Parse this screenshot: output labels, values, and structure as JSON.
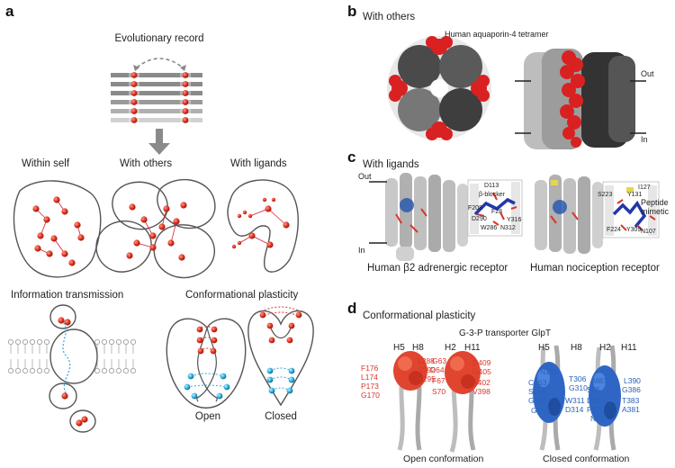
{
  "panels": {
    "a": {
      "letter": "a",
      "evolutionary_record": "Evolutionary record",
      "within_self": "Within self",
      "with_others": "With others",
      "with_ligands": "With ligands",
      "information_transmission": "Information transmission",
      "conformational_plasticity": "Conformational plasticity",
      "open": "Open",
      "closed": "Closed"
    },
    "b": {
      "letter": "b",
      "title": "With others",
      "subtitle": "Human aquaporin-4 tetramer",
      "out": "Out",
      "in": "In"
    },
    "c": {
      "letter": "c",
      "title": "With ligands",
      "out": "Out",
      "in": "In",
      "beta_blocker": "β-blocker",
      "peptide_mimetic_1": "Peptide",
      "peptide_mimetic_2": "mimetic",
      "receptor_left": "Human β2 adrenergic receptor",
      "receptor_right": "Human nociception receptor",
      "residues_left": [
        "D113",
        "F208",
        "F28",
        "Y316",
        "D290",
        "W286",
        "N312"
      ],
      "residues_right": [
        "I127",
        "Y131",
        "S223",
        "F224",
        "Y309",
        "N107"
      ]
    },
    "d": {
      "letter": "d",
      "title": "Conformational plasticity",
      "subtitle": "G-3-P transporter GlpT",
      "helix_labels": [
        "H5",
        "H8",
        "H2",
        "H11",
        "H5",
        "H8",
        "H2",
        "H11"
      ],
      "open_left": [
        "F176",
        "L174",
        "P173",
        "G170"
      ],
      "open_left_right": [
        "L288",
        "S292",
        "Y295"
      ],
      "open_right_left": [
        "G63",
        "D64",
        "F67",
        "S70"
      ],
      "open_right_right": [
        "D409",
        "G405",
        "A402",
        "V398"
      ],
      "closed_left_left": [
        "N166",
        "C163",
        "S159",
        "G155",
        "G156"
      ],
      "closed_left_right": [
        "T306",
        "G310",
        "W311",
        "D314"
      ],
      "closed_right_left": [
        "M83",
        "S85",
        "D88",
        "P92",
        "N91"
      ],
      "closed_right_right": [
        "L390",
        "G386",
        "T383",
        "A381"
      ],
      "open_conformation": "Open conformation",
      "closed_conformation": "Closed conformation"
    }
  },
  "colors": {
    "red": "#d8352a",
    "blue": "#2a63b8",
    "cyan": "#2aa8d8",
    "gray": "#8a8a8a"
  }
}
